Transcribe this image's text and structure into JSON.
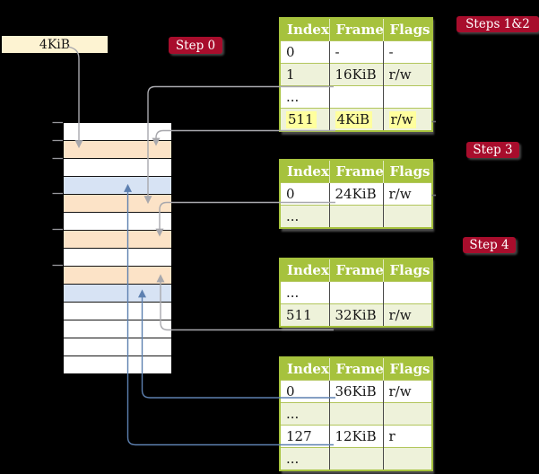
{
  "labels": {
    "size_box": "4KiB"
  },
  "badges": [
    {
      "label": "Step 0"
    },
    {
      "label": "Steps 1&2"
    },
    {
      "label": "Step 3"
    },
    {
      "label": "Step 4"
    }
  ],
  "memory": {
    "rows": [
      {
        "fill": "plain"
      },
      {
        "fill": "orange"
      },
      {
        "fill": "plain"
      },
      {
        "fill": "blue"
      },
      {
        "fill": "orange"
      },
      {
        "fill": "plain"
      },
      {
        "fill": "orange"
      },
      {
        "fill": "plain"
      },
      {
        "fill": "orange"
      },
      {
        "fill": "blue"
      },
      {
        "fill": "plain"
      },
      {
        "fill": "plain"
      },
      {
        "fill": "plain"
      },
      {
        "fill": "plain"
      }
    ]
  },
  "tables": [
    {
      "name": "page-table-steps-1-2",
      "headers": [
        "Index",
        "Frame",
        "Flags"
      ],
      "rows": [
        {
          "cells": [
            "0",
            "-",
            "-"
          ]
        },
        {
          "cells": [
            "1",
            "16KiB",
            "r/w"
          ]
        },
        {
          "cells": [
            "...",
            "",
            ""
          ]
        },
        {
          "cells": [
            "511",
            "4KiB",
            "r/w"
          ],
          "highlight": true
        }
      ]
    },
    {
      "name": "page-table-step-3",
      "headers": [
        "Index",
        "Frame",
        "Flags"
      ],
      "rows": [
        {
          "cells": [
            "0",
            "24KiB",
            "r/w"
          ]
        },
        {
          "cells": [
            "...",
            "",
            ""
          ]
        }
      ]
    },
    {
      "name": "page-table-step-4-upper",
      "headers": [
        "Index",
        "Frame",
        "Flags"
      ],
      "rows": [
        {
          "cells": [
            "...",
            "",
            ""
          ]
        },
        {
          "cells": [
            "511",
            "32KiB",
            "r/w"
          ]
        }
      ]
    },
    {
      "name": "page-table-step-4-lower",
      "headers": [
        "Index",
        "Frame",
        "Flags"
      ],
      "rows": [
        {
          "cells": [
            "0",
            "36KiB",
            "r/w"
          ]
        },
        {
          "cells": [
            "...",
            "",
            ""
          ]
        },
        {
          "cells": [
            "127",
            "12KiB",
            "r"
          ]
        },
        {
          "cells": [
            "...",
            "",
            ""
          ]
        }
      ]
    }
  ],
  "arrows": [
    {
      "from": "size-box-4kib",
      "to": "memory-frame-row-2",
      "color": "gray"
    },
    {
      "from": "table1-row-index-1",
      "to": "memory-frame-row-5",
      "color": "gray"
    },
    {
      "from": "table1-row-index-511",
      "to": "memory-frame-row-2",
      "color": "gray"
    },
    {
      "from": "table2-row-index-0",
      "to": "memory-frame-row-7",
      "color": "gray"
    },
    {
      "from": "table3-row-index-511",
      "to": "memory-frame-row-9",
      "color": "gray"
    },
    {
      "from": "table4-row-index-0",
      "to": "memory-frame-row-10",
      "color": "blue"
    },
    {
      "from": "table4-row-index-127",
      "to": "memory-frame-row-4",
      "color": "blue"
    }
  ],
  "colors": {
    "background": "#000000",
    "badge_red": "#a80d2c",
    "header_green": "#a6c23d",
    "row_light_green": "#eef2da",
    "frame_orange": "#fce3c7",
    "frame_blue": "#d7e3f4",
    "size_box_cream": "#fdf3d2",
    "highlight_yellow": "#ffff9e",
    "arrow_gray": "#a8a8ad",
    "arrow_blue": "#5d80b0"
  }
}
